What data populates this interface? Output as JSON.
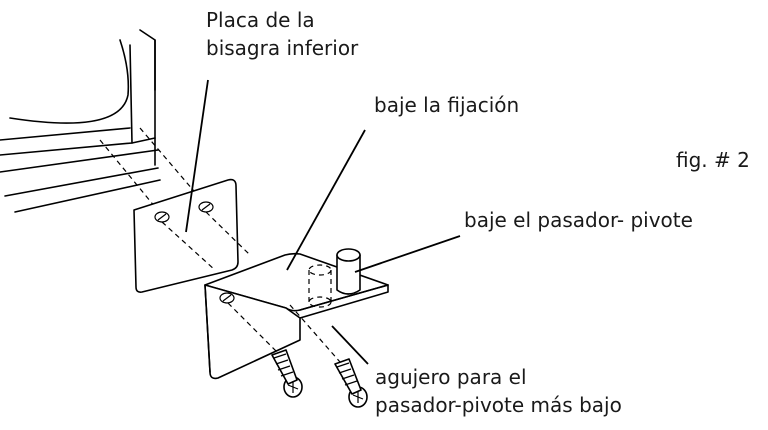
{
  "labels": {
    "lower_hinge_plate_line1": "Placa de la",
    "lower_hinge_plate_line2": "bisagra inferior",
    "lower_bracket": "baje la fijación",
    "figure_number": "fig. # 2",
    "pivot_pin": "baje el pasador- pivote",
    "hole_line1": "agujero para el",
    "hole_line2": "pasador-pivote más bajo"
  }
}
